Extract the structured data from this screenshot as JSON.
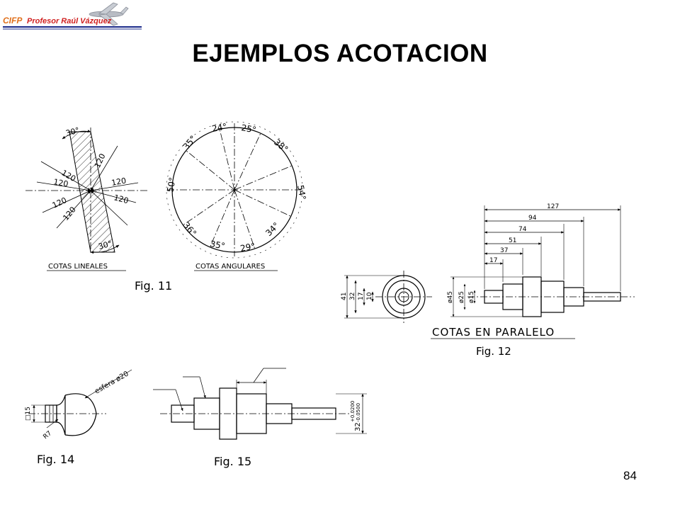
{
  "logo": {
    "cifp": "CIFP",
    "author": "Profesor Raúl Vázquez"
  },
  "title": "EJEMPLOS ACOTACION",
  "page_number": "84",
  "fig11": {
    "caption": "Fig. 11",
    "lineal_caption": "COTAS LINEALES",
    "angular_caption": "COTAS ANGULARES",
    "lineal_values": [
      "30°",
      "120",
      "120",
      "120",
      "120",
      "120",
      "120",
      "120",
      "30°"
    ],
    "angular_values": [
      "24°",
      "25°",
      "38°",
      "54°",
      "34°",
      "29°",
      "35°",
      "36°",
      "50°",
      "35°"
    ]
  },
  "fig12": {
    "caption": "Fig. 12",
    "label": "COTAS EN PARALELO",
    "top_dims": [
      "127",
      "94",
      "74",
      "51",
      "37",
      "17"
    ],
    "side_dims": [
      "41",
      "32",
      "17",
      "10"
    ],
    "diam_dims": [
      "ø45",
      "ø25",
      "ø15"
    ]
  },
  "fig14": {
    "caption": "Fig. 14",
    "sphere": "esfera ø20",
    "d15": "□15",
    "r7": "R7"
  },
  "fig15": {
    "caption": "Fig. 15",
    "tol": "32",
    "tol_upper": "+0.0200",
    "tol_lower": "-0.0500"
  }
}
